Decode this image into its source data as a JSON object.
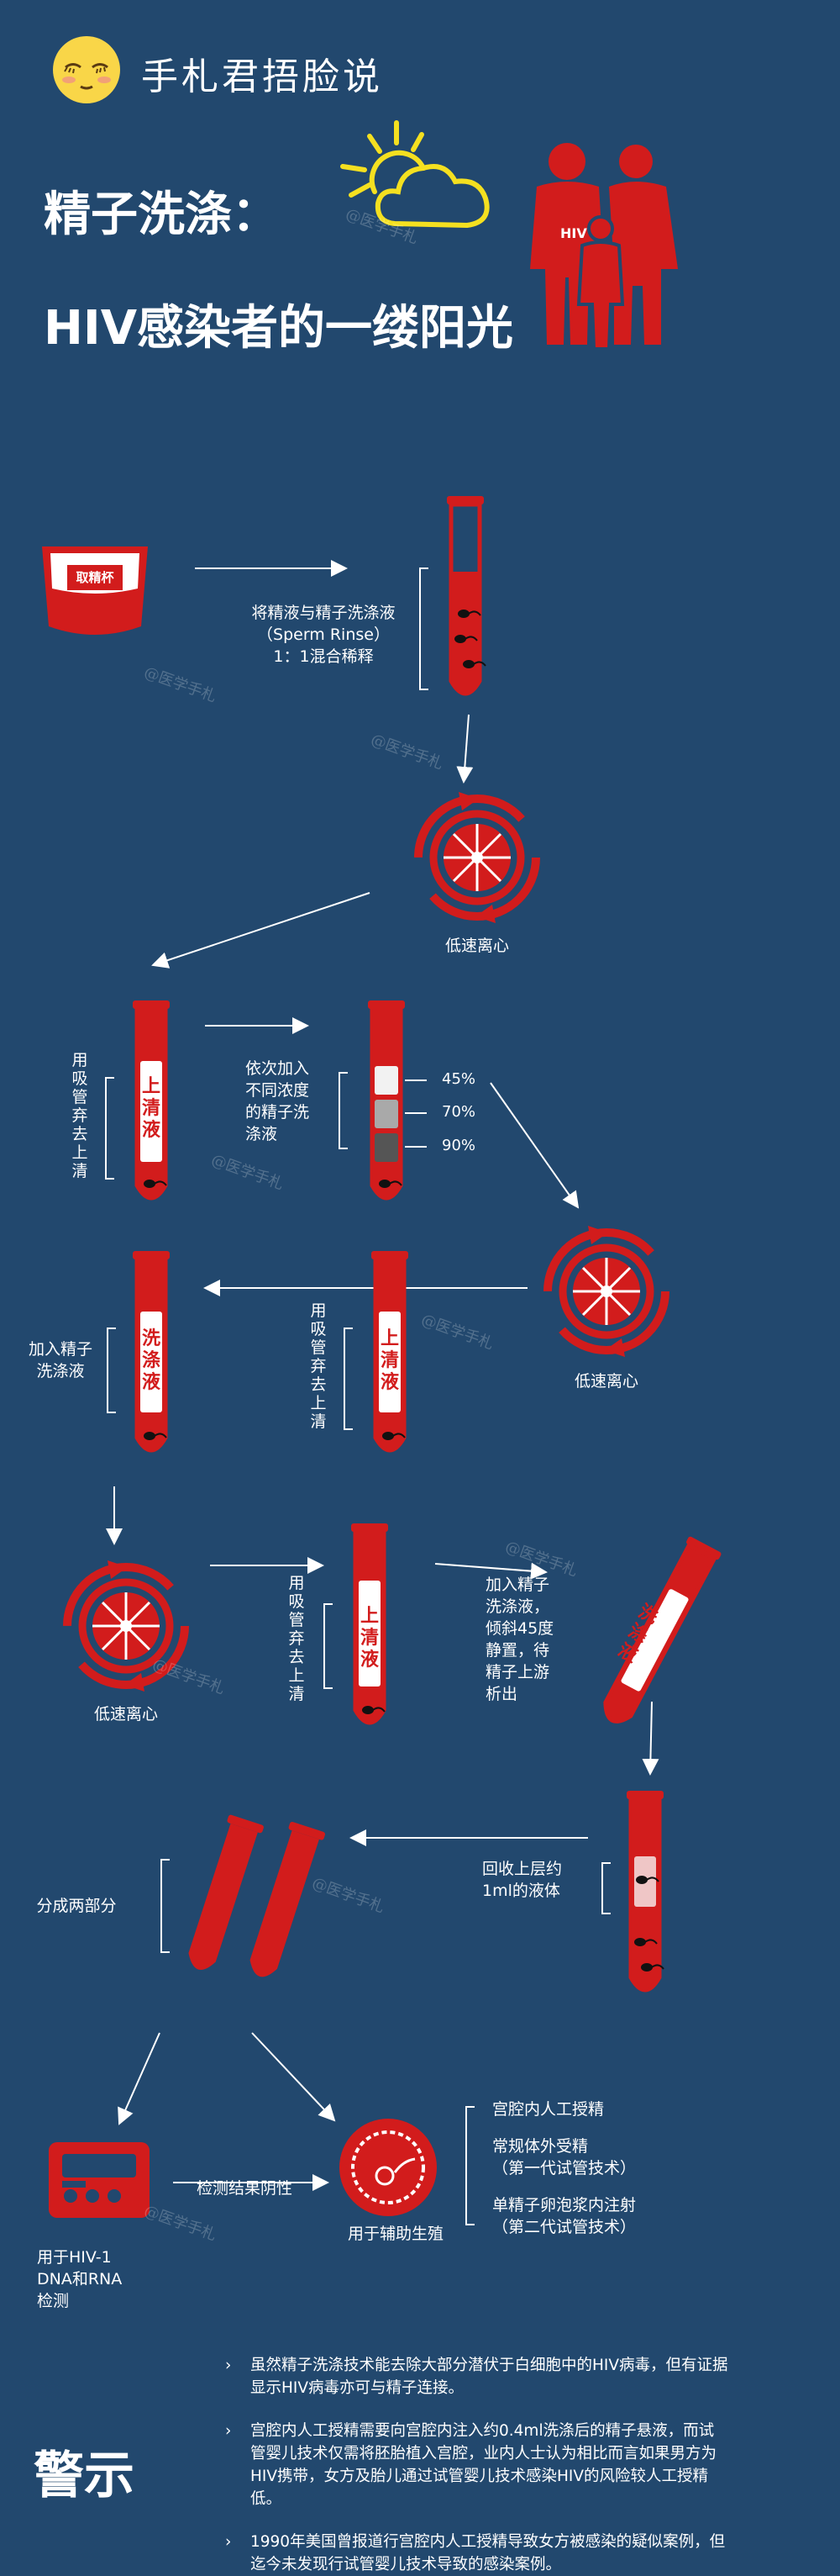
{
  "header": {
    "brand": "手札君捂脸说",
    "title_line1": "精子洗涤：",
    "title_line2": "HIV感染者的一缕阳光",
    "hiv_tag": "HIV"
  },
  "flow": {
    "cup_label": "取精杯",
    "step_mix": [
      "将精液与精子洗涤液",
      "（Sperm Rinse）",
      "1：1混合稀释"
    ],
    "centrifuge_label": "低速离心",
    "discard_supernatant": "用吸管弃去上清",
    "supernatant": "上清液",
    "add_gradient": [
      "依次加入",
      "不同浓度",
      "的精子洗",
      "涤液"
    ],
    "gradient_levels": [
      "45%",
      "70%",
      "90%"
    ],
    "add_wash": [
      "加入精子",
      "洗涤液"
    ],
    "wash_liquid": "洗涤液",
    "tilt_step": [
      "加入精子",
      "洗涤液，",
      "倾斜45度",
      "静置，待",
      "精子上游",
      "析出"
    ],
    "collect_step": [
      "回收上层约",
      "1ml的液体"
    ],
    "split_step": "分成两部分",
    "test_negative": "检测结果阴性",
    "for_test": [
      "用于HIV-1",
      "DNA和RNA",
      "检测"
    ],
    "for_art": "用于辅助生殖",
    "art_methods": [
      "宫腔内人工授精",
      "常规体外受精",
      "（第一代试管技术）",
      "单精子卵泡浆内注射",
      "（第二代试管技术）"
    ]
  },
  "warning": {
    "title": "警示",
    "items": [
      "虽然精子洗涤技术能去除大部分潜伏于白细胞中的HIV病毒，但有证据显示HIV病毒亦可与精子连接。",
      "宫腔内人工授精需要向宫腔内注入约0.4ml洗涤后的精子悬液，而试管婴儿技术仅需将胚胎植入宫腔，业内人士认为相比而言如果男方为HIV携带，女方及胎儿通过试管婴儿技术感染HIV的风险较人工授精低。",
      "1990年美国曾报道行宫腔内人工授精导致女方被感染的疑似案例，但迄今未发现行试管婴儿技术导致的感染案例。"
    ]
  },
  "watermark": "@医学手札",
  "colors": {
    "background": "#22486e",
    "accent_red": "#d21c1c",
    "sun_yellow": "#f5e020",
    "emoji_yellow": "#f9d648"
  }
}
